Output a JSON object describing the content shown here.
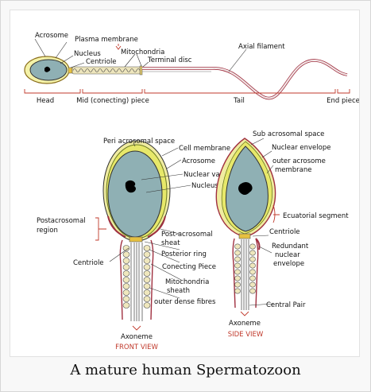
{
  "caption": "A mature human Spermatozoon",
  "top": {
    "acrosome": "Acrosome",
    "plasma_membrane": "Plasma membrane",
    "nucleus": "Nucleus",
    "centriole": "Centriole",
    "mitochondria": "Mitochondria",
    "terminal_disc": "Terminal disc",
    "axial_filament": "Axial filament",
    "head": "Head",
    "mid_piece": "Mid (conecting) piece",
    "tail": "Tail",
    "end_piece": "End piece"
  },
  "front": {
    "peri_acrosomal_space": "Peri acrosomal space",
    "cell_membrane": "Cell membrane",
    "acrosome": "Acrosome",
    "nuclear_vacuoles": "Nuclear vacuoles",
    "nucleus": "Nucleus",
    "postacrosomal_region_1": "Postacrosomal",
    "postacrosomal_region_2": "region",
    "post_acrosomal_sheat_1": "Post-acrosomal",
    "post_acrosomal_sheat_2": "sheat",
    "posterior_ring": "Posterior ring",
    "centriole": "Centriole",
    "conecting_piece": "Conecting Piece",
    "mitochondria_sheath_1": "Mitochondria",
    "mitochondria_sheath_2": "sheath",
    "outer_dense_fibres": "outer dense fibres",
    "axoneme": "Axoneme",
    "view": "FRONT VIEW"
  },
  "side": {
    "sub_acrosomal_space": "Sub acrosomal space",
    "nuclear_envelope": "Nuclear envelope",
    "outer_acrosome_membrane_1": "outer acrosome",
    "outer_acrosome_membrane_2": "membrane",
    "ecuatorial_segment": "Ecuatorial segment",
    "centriole": "Centriole",
    "redundant_1": "Redundant",
    "redundant_2": "nuclear",
    "redundant_3": "envelope",
    "central_pair": "Central Pair",
    "axoneme": "Axoneme",
    "view": "SIDE VIEW"
  },
  "colors": {
    "nucleus_fill": "#8fb0b4",
    "acrosome_yellow": "#e7e86a",
    "membrane_red": "#a03040",
    "label_red": "#c0392b",
    "mito_fill": "#efe7bd"
  }
}
